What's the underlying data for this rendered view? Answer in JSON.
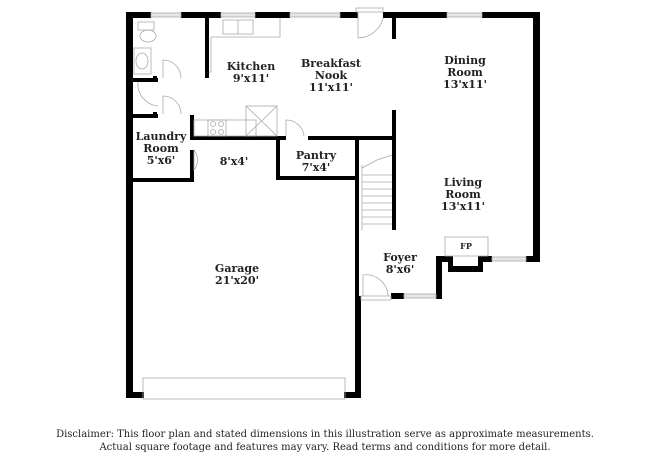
{
  "rooms": [
    {
      "id": "kitchen",
      "name": "Kitchen",
      "dims": "9'x11'"
    },
    {
      "id": "breakfast-nook",
      "name_line1": "Breakfast",
      "name_line2": "Nook",
      "dims": "11'x11'"
    },
    {
      "id": "dining-room",
      "name_line1": "Dining",
      "name_line2": "Room",
      "dims": "13'x11'"
    },
    {
      "id": "laundry-room",
      "name_line1": "Laundry",
      "name_line2": "Room",
      "dims": "5'x6'"
    },
    {
      "id": "hallway",
      "dims": "8'x4'"
    },
    {
      "id": "pantry",
      "name": "Pantry",
      "dims": "7'x4'"
    },
    {
      "id": "living-room",
      "name_line1": "Living",
      "name_line2": "Room",
      "dims": "13'x11'"
    },
    {
      "id": "foyer",
      "name": "Foyer",
      "dims": "8'x6'"
    },
    {
      "id": "garage",
      "name": "Garage",
      "dims": "21'x20'"
    }
  ],
  "fixtures": {
    "fireplace": "FP"
  },
  "disclaimer": {
    "line1": "Disclaimer: This floor plan and stated dimensions in this illustration serve as approximate measurements.",
    "line2": "Actual square footage and features may vary. Read terms and conditions for more detail."
  },
  "colors": {
    "wall": "#000000",
    "fixture_line": "#aaaaaa",
    "window_fill": "#e6e6e6",
    "text": "#222222"
  }
}
